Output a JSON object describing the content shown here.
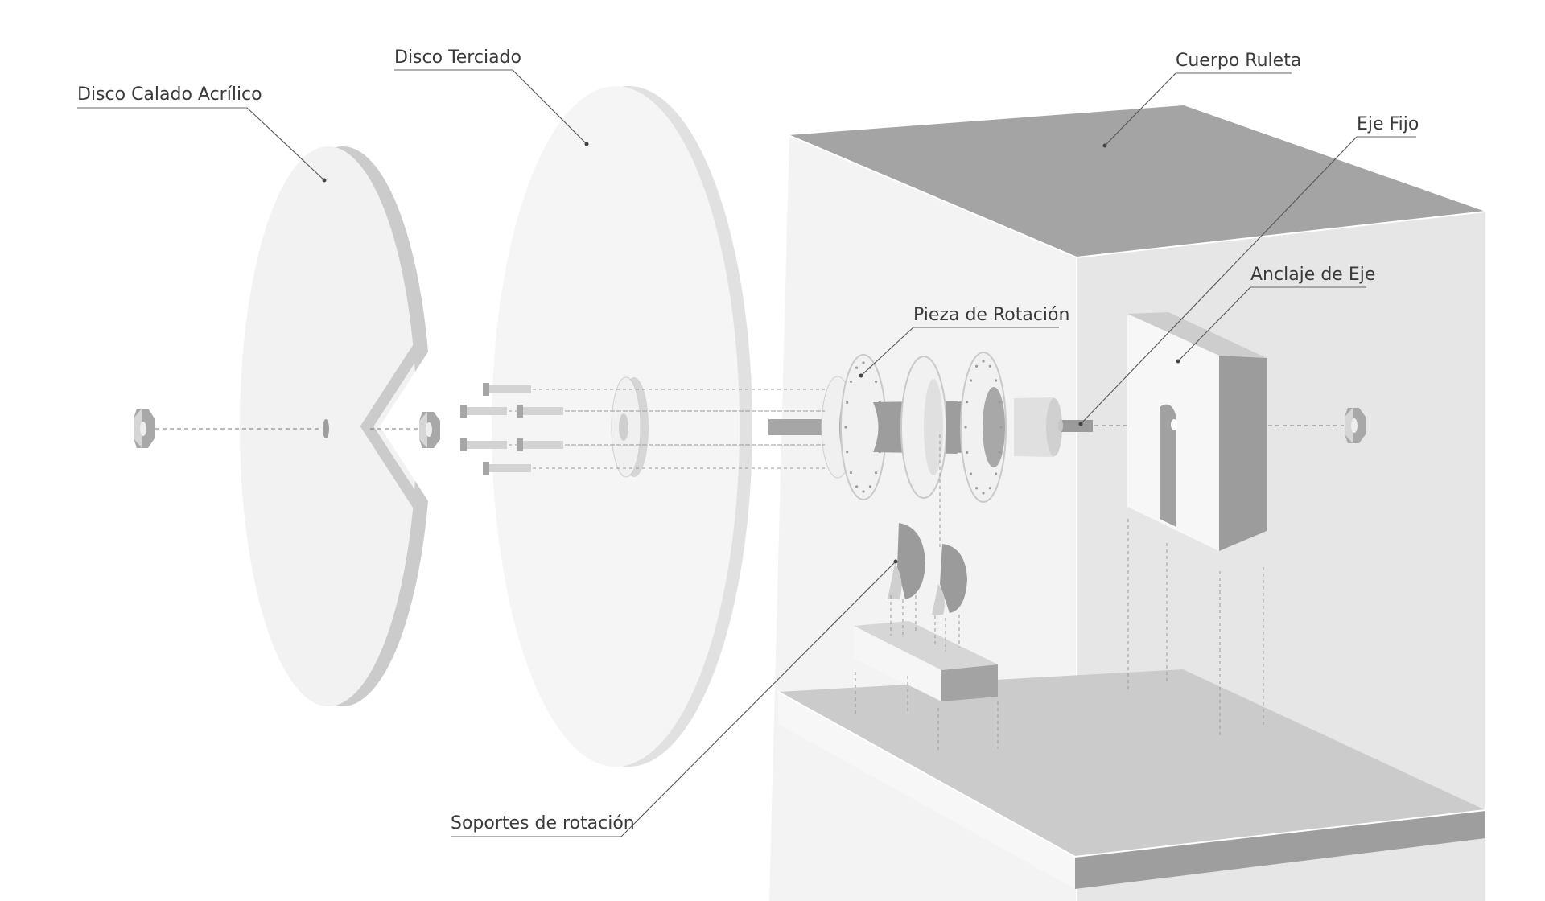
{
  "labels": {
    "acrylic_disc": "Disco Calado Acrílico",
    "plywood_disc": "Disco Terciado",
    "roulette_body": "Cuerpo Ruleta",
    "fixed_axle": "Eje Fijo",
    "axle_anchor": "Anclaje de Eje",
    "rotation_piece": "Pieza de Rotación",
    "rotation_supports": "Soportes de rotación"
  },
  "colors": {
    "background": "#ffffff",
    "light_fill": "#f4f4f4",
    "mid_fill": "#e3e3e3",
    "edge_fill": "#cfcfcf",
    "dark_fill": "#a3a3a3",
    "darker_fill": "#8d8d8d",
    "text": "#3a3a3a"
  },
  "parts": {
    "nut_left": "hex-nut-icon",
    "nut_middle": "hex-nut-icon",
    "nut_right": "hex-nut-icon",
    "bolts": "bolt-icon"
  }
}
